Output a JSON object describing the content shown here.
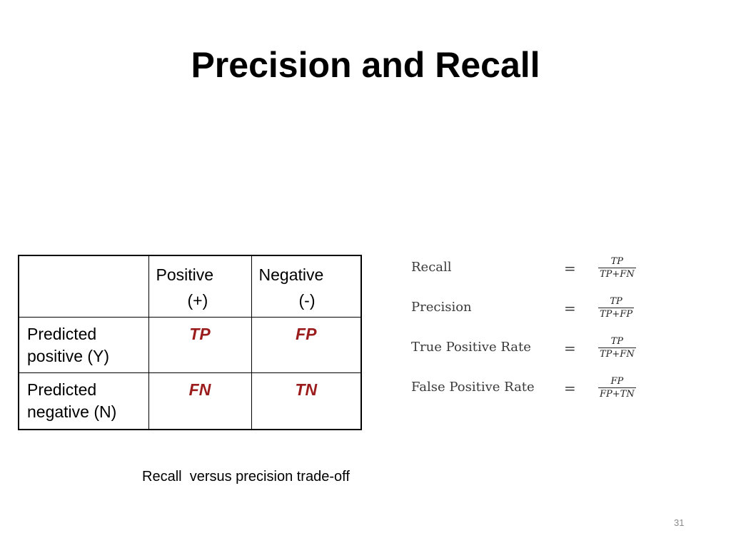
{
  "slide": {
    "title": "Precision and Recall",
    "caption": "Recall  versus precision trade-off",
    "page_number": "31"
  },
  "table": {
    "header": {
      "positive_label": "Positive",
      "positive_sign": "(+)",
      "negative_label": "Negative",
      "negative_sign": "(-)"
    },
    "rows": [
      {
        "label_line1": "Predicted",
        "label_line2": "positive (Y)",
        "pos_value": "TP",
        "neg_value": "FP"
      },
      {
        "label_line1": "Predicted",
        "label_line2": "negative (N)",
        "pos_value": "FN",
        "neg_value": "TN"
      }
    ],
    "value_color": "#9b1c1c"
  },
  "formulas": [
    {
      "label": "Recall",
      "eq": "=",
      "numerator": "TP",
      "denominator": "TP+FN"
    },
    {
      "label": "Precision",
      "eq": "=",
      "numerator": "TP",
      "denominator": "TP+FP"
    },
    {
      "label": "True Positive Rate",
      "eq": "=",
      "numerator": "TP",
      "denominator": "TP+FN"
    },
    {
      "label": "False Positive Rate",
      "eq": "=",
      "numerator": "FP",
      "denominator": "FP+TN"
    }
  ]
}
